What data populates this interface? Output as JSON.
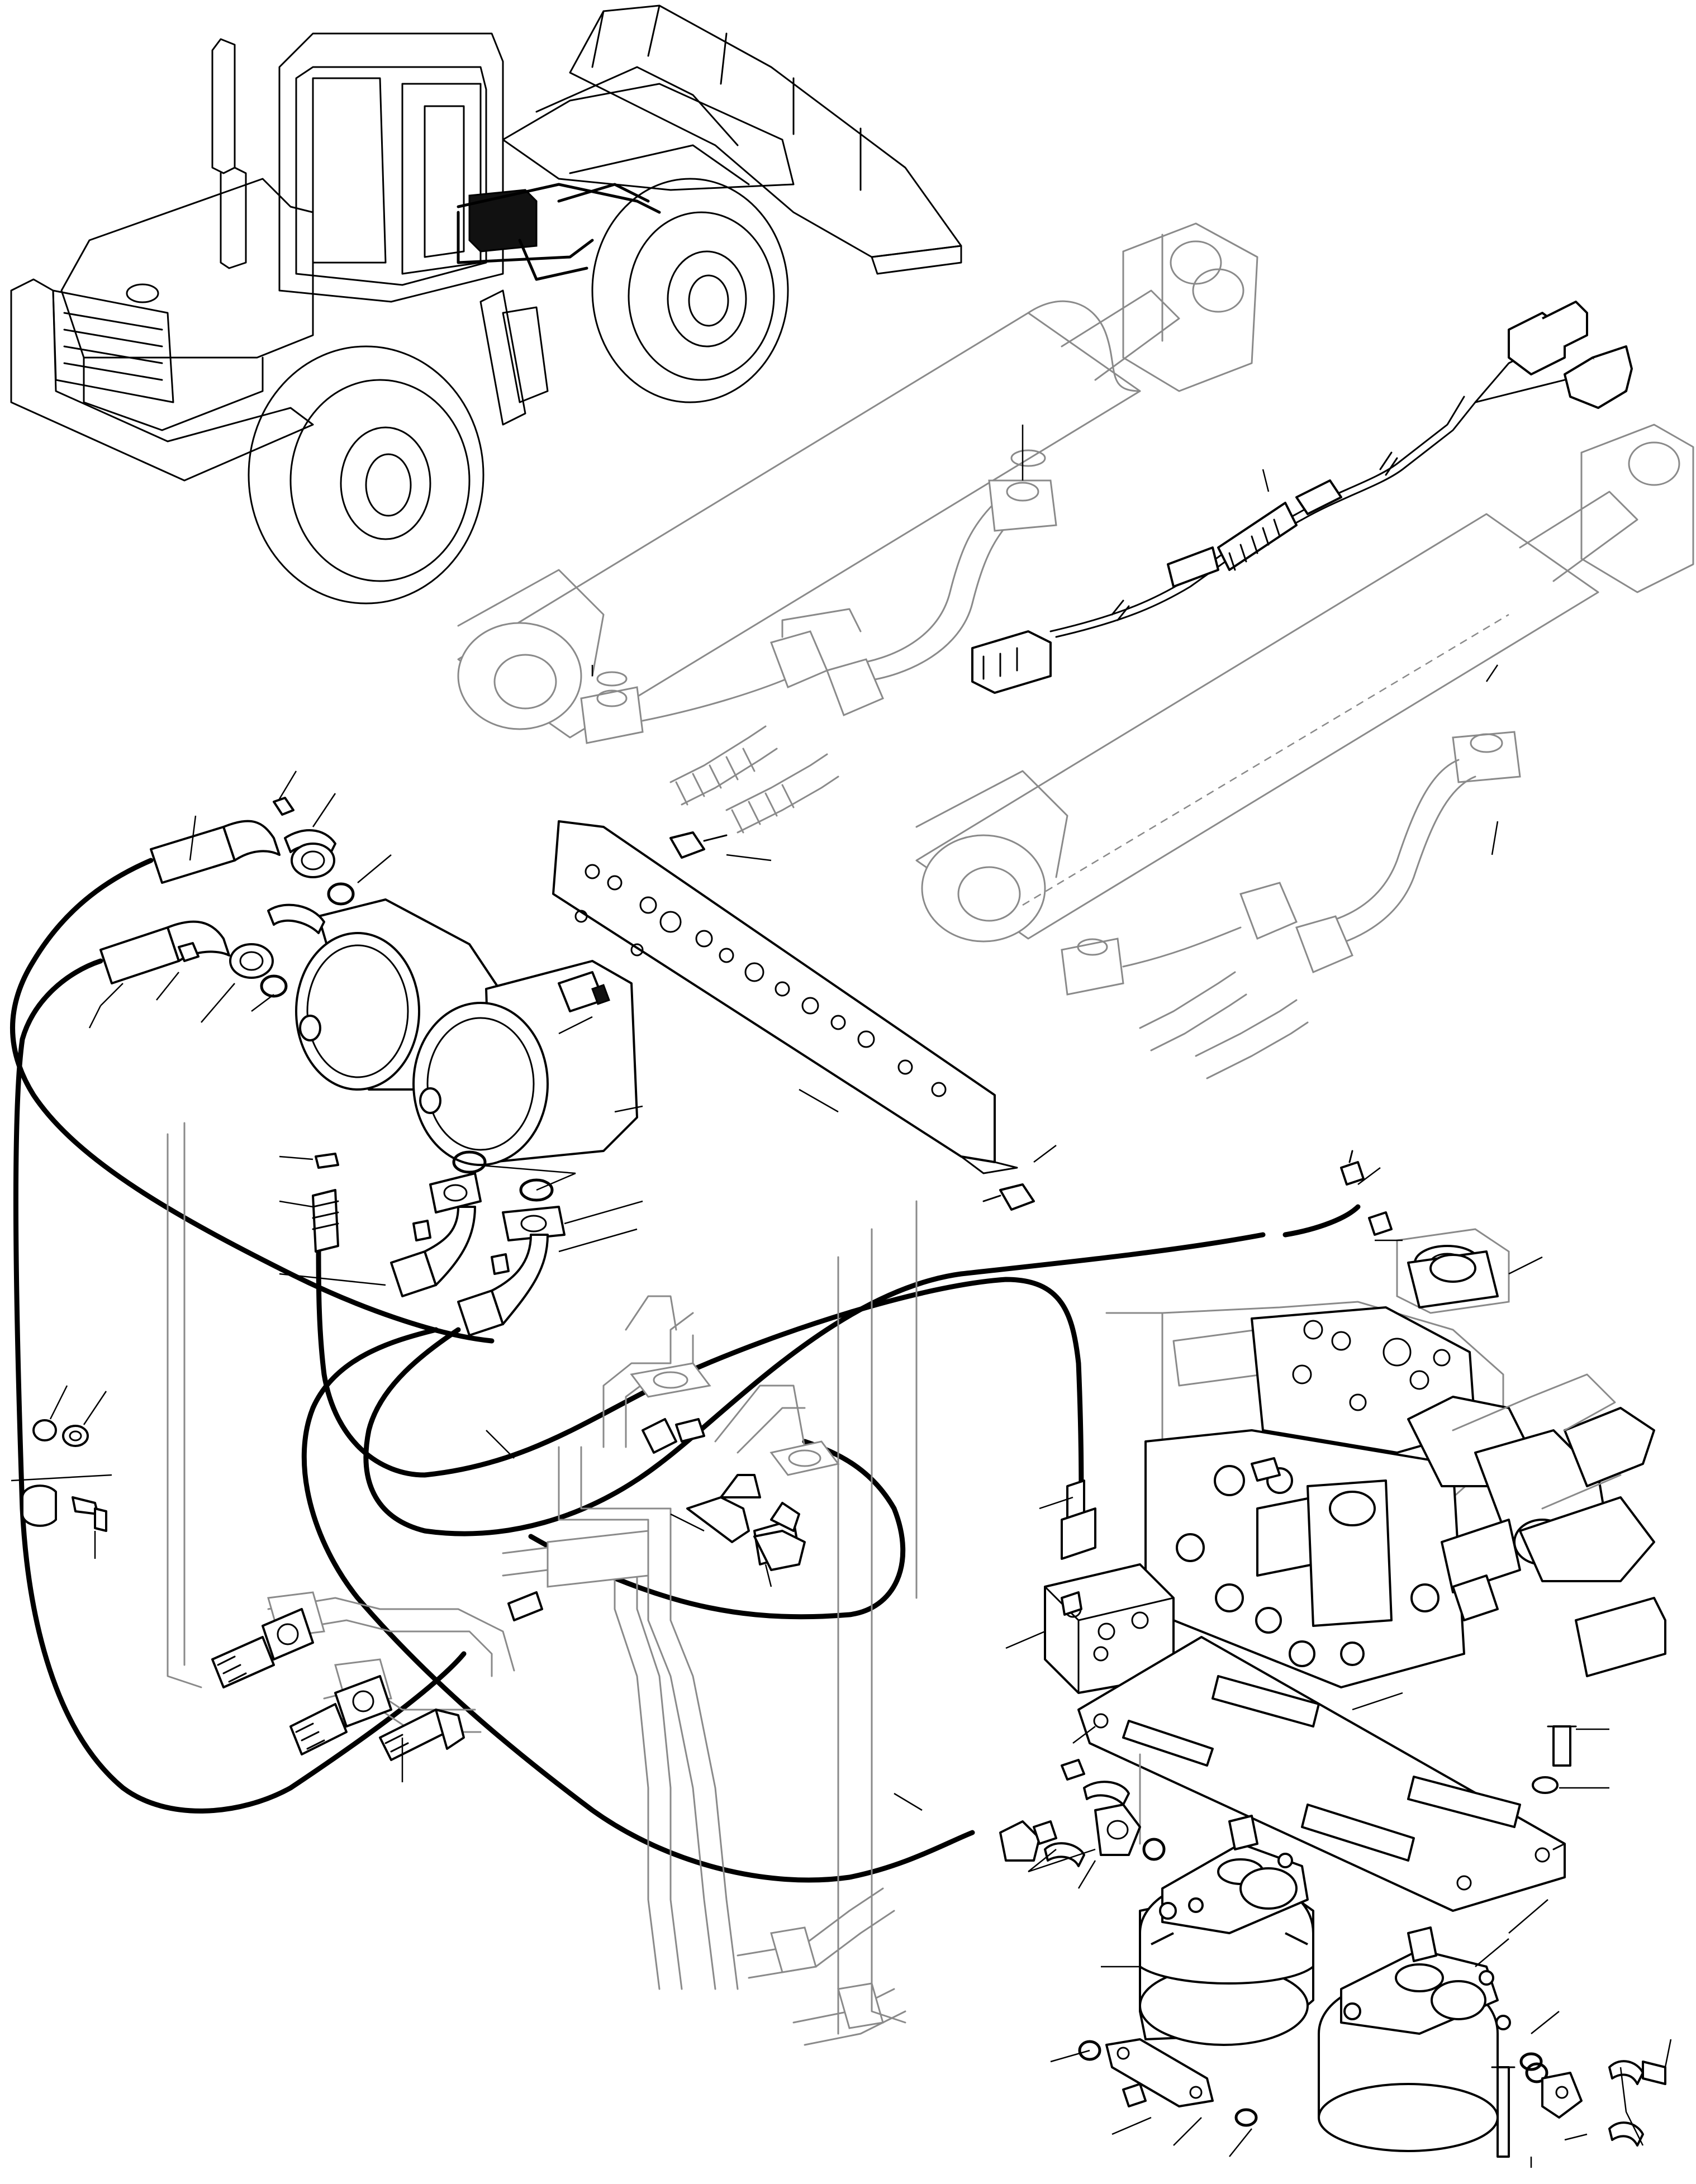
{
  "diagram": {
    "components": [
      "machine-overview",
      "lift-cylinder-upper",
      "lift-cylinder-lower",
      "wiring-harness",
      "accumulator-pair",
      "mounting-bracket",
      "control-valve",
      "pilot-block",
      "mounting-plate",
      "accumulator-lower-left",
      "accumulator-lower-right"
    ],
    "icons": {
      "harness_connector": "connector-icon",
      "bolt": "bolt-icon",
      "o_ring": "o-ring-icon",
      "clamp": "clamp-icon"
    },
    "colors": {
      "line": "#000000",
      "phantom": "#8a8a8a",
      "background": "#ffffff",
      "highlight": "#111111"
    }
  }
}
